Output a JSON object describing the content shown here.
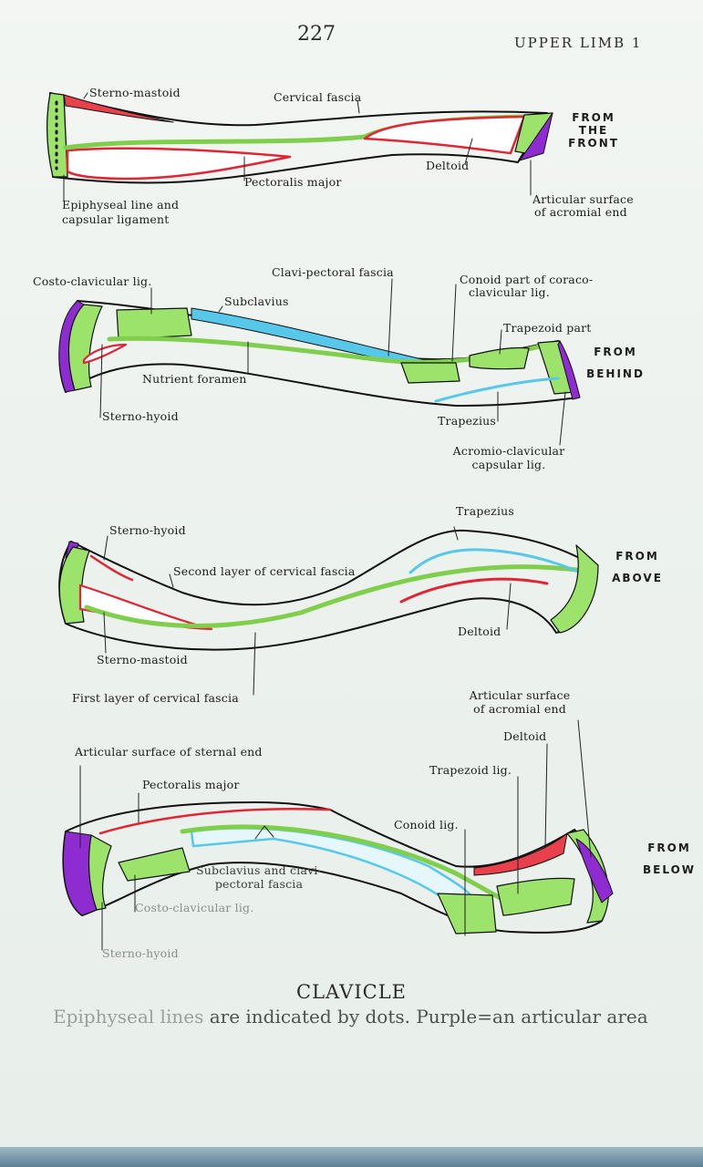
{
  "page": {
    "number": "227",
    "running_header": "UPPER LIMB 1"
  },
  "views": [
    {
      "view_lines": [
        "FROM",
        "THE",
        "FRONT"
      ],
      "labels": [
        "Sterno-mastoid",
        "Cervical fascia",
        "Pectoralis major",
        "Deltoid",
        "Epiphyseal line and",
        "capsular ligament",
        "Articular surface",
        "of acromial end"
      ]
    },
    {
      "view_lines": [
        "FROM",
        "BEHIND"
      ],
      "labels": [
        "Costo-clavicular lig.",
        "Clavi-pectoral fascia",
        "Conoid part of coraco-",
        "clavicular lig.",
        "Subclavius",
        "Trapezoid part",
        "Nutrient foramen",
        "Sterno-hyoid",
        "Trapezius",
        "Acromio-clavicular",
        "capsular lig."
      ]
    },
    {
      "view_lines": [
        "FROM",
        "ABOVE"
      ],
      "labels": [
        "Trapezius",
        "Sterno-hyoid",
        "Second layer of cervical fascia",
        "Deltoid",
        "Sterno-mastoid",
        "First layer of cervical fascia"
      ]
    },
    {
      "view_lines": [
        "FROM",
        "BELOW"
      ],
      "labels": [
        "Articular surface",
        "of acromial end",
        "Deltoid",
        "Articular surface of sternal end",
        "Trapezoid lig.",
        "Pectoralis major",
        "Conoid lig.",
        "Subclavius and clavi-",
        "pectoral fascia",
        "Costo-clavicular lig.",
        "Sterno-hyoid"
      ]
    }
  ],
  "figure": {
    "title": "CLAVICLE",
    "caption_faint": "Epiphyseal lines ",
    "caption_rest": "are indicated by dots.   Purple=an articular area"
  },
  "colors": {
    "muscle_attachment": "#e02535",
    "ligament_attachment": "#9be36a",
    "fascia_attachment": "#58c8ea",
    "articular_area": "#8e2bd1"
  }
}
